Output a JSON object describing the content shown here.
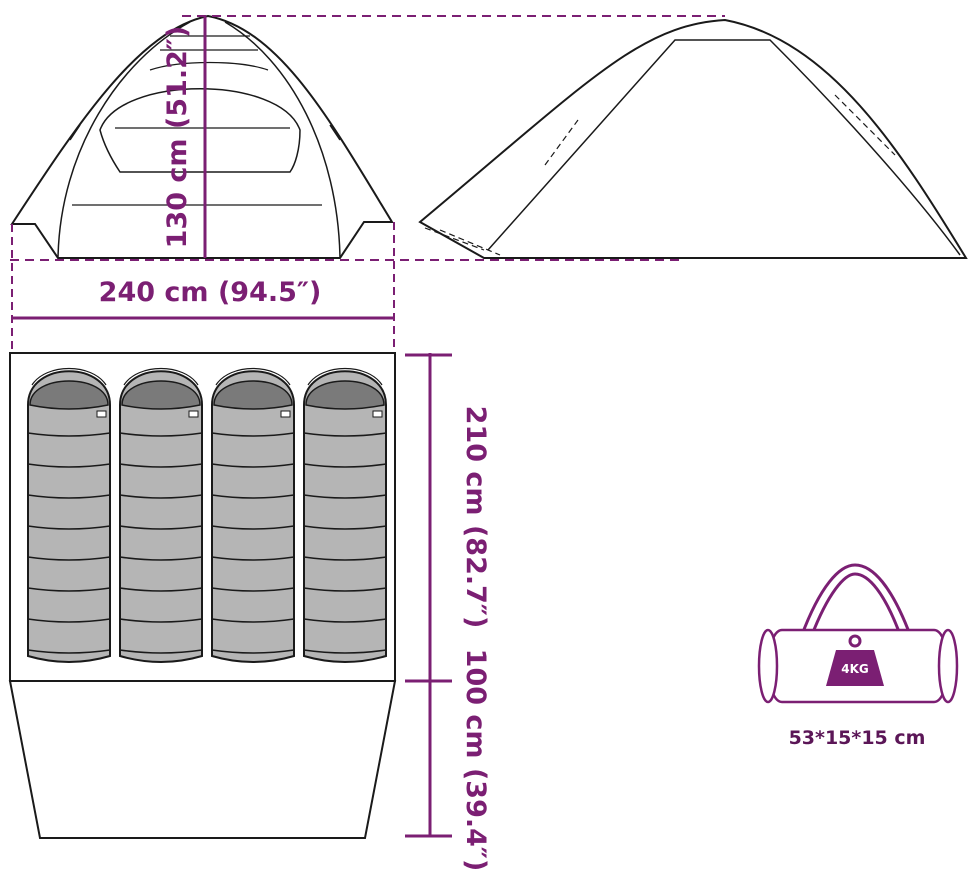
{
  "dimensions": {
    "height_label": "130 cm (51.2″)",
    "width_label": "240 cm (94.5″)",
    "inner_length_label": "210 cm (82.7″)",
    "vestibule_label": "100 cm (39.4″)"
  },
  "bag": {
    "weight_label": "4KG",
    "size_label": "53*15*15 cm"
  },
  "colors": {
    "accent": "#7b1f73",
    "line": "#1a1a1a",
    "bag_fill": "#b5b5b5",
    "bag_head": "#7a7a7a"
  },
  "sleeping_bags": [
    1,
    2,
    3,
    4
  ]
}
